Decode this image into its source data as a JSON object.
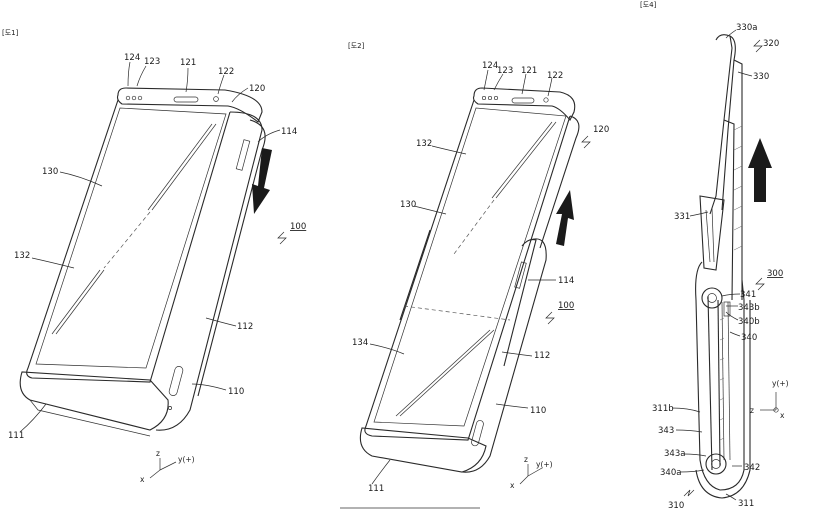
{
  "figure_captions": {
    "fig1": "[도1]",
    "fig2": "[도2]",
    "fig4": "[도4]"
  },
  "fig1_labels": {
    "l124": "124",
    "l123": "123",
    "l121": "121",
    "l122": "122",
    "l120": "120",
    "l114": "114",
    "l130": "130",
    "l100": "100",
    "l132": "132",
    "l112": "112",
    "l110": "110",
    "l111": "111"
  },
  "fig2_labels": {
    "l124": "124",
    "l123": "123",
    "l121": "121",
    "l122": "122",
    "l120": "120",
    "l132": "132",
    "l130": "130",
    "l114": "114",
    "l100": "100",
    "l134": "134",
    "l112": "112",
    "l110": "110",
    "l111": "111"
  },
  "fig4_labels": {
    "l330a": "330a",
    "l320": "320",
    "l330": "330",
    "l331": "331",
    "l300": "300",
    "l341": "341",
    "l343b": "343b",
    "l340b": "340b",
    "l340": "340",
    "l311b": "311b",
    "l343": "343",
    "l343a": "343a",
    "l340a": "340a",
    "l342": "342",
    "l310": "310",
    "l311": "311"
  },
  "axes": {
    "z": "z",
    "y_plus": "y(+)",
    "x": "x"
  }
}
